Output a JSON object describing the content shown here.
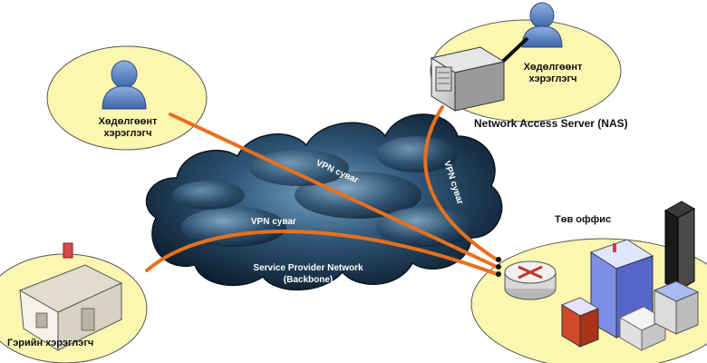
{
  "nodes": {
    "mobile_user": {
      "line1": "Хөдөлгөөнт",
      "line2": "хэрэглэгч"
    },
    "nas_user": {
      "line1": "Хөдөлгөөнт",
      "line2": "хэрэглэгч"
    },
    "nas": {
      "label": "Network Access Server (NAS)"
    },
    "home_user": {
      "label": "Гэрийн хэрэглэгч"
    },
    "head_office": {
      "label": "Төв оффис"
    },
    "cloud": {
      "line1": "Service Provider Network",
      "line2": "(Backbone)"
    }
  },
  "tunnels": {
    "t1": "VPN суваг",
    "t2": "VPN суваг",
    "t3": "VPN суваг"
  },
  "colors": {
    "zone_fill": "#fbf6b0",
    "tunnel": "#e8701e",
    "cloud_dark": "#0f2236",
    "cloud_light": "#5c86a8",
    "user_icon": "#5d86c2"
  }
}
